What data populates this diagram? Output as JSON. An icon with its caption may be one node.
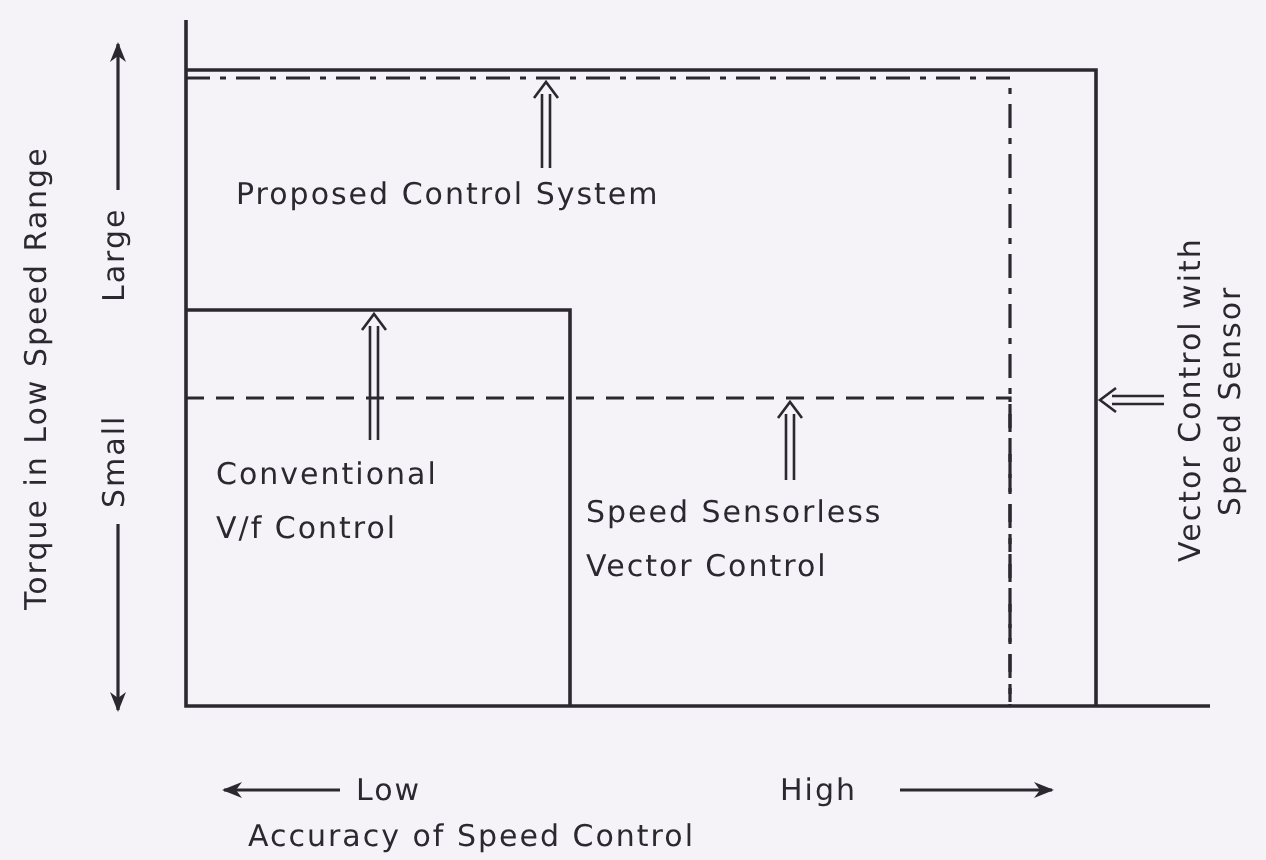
{
  "diagram": {
    "nodes": [
      {
        "text": [
          "Proposed Control System"
        ],
        "in": 3
      },
      {
        "text": [
          "Conventional V/f Control"
        ],
        "in": 0
      },
      {
        "text": [
          "Speed Sensorless Vector Control"
        ],
        "in": 0
      },
      {
        "text": [
          "Vector Control with Speed Sensor"
        ]
      }
    ],
    "labels": [
      "Torque in Low Speed Range",
      "Large",
      "Small",
      "Low",
      "High",
      "Accuracy of Speed Control"
    ]
  }
}
